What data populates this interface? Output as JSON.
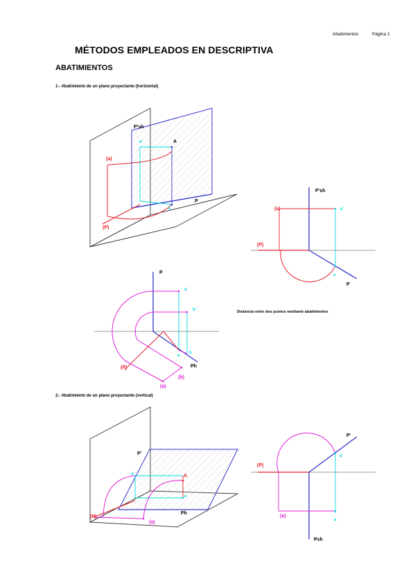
{
  "header": {
    "section": "Abatimientos",
    "page": "Página 1"
  },
  "title": "MÉTODOS EMPLEADOS EN DESCRIPTIVA",
  "subtitle": "ABATIMIENTOS",
  "captions": {
    "c1": "1.- Abatimiento de un plano proyectante (horizontal)",
    "c2": "Distancia entre dos puntos mediante abatimientos",
    "c3": "2.- Abatimiento de un plano proyectante (vertical)"
  },
  "labels": {
    "P_sh": "P'sh",
    "A": "A",
    "a_prime": "a'",
    "a": "a",
    "a_ab": "(a)",
    "P": "P",
    "P_ab": "(P)",
    "b_prime": "b'",
    "b": "b",
    "b_ab": "(b)",
    "Ph": "Ph",
    "Pv": "P'",
    "Psh": "Psh"
  },
  "colors": {
    "red": "#e5202b",
    "blue": "#3333cc",
    "cyan": "#00d8e0",
    "magenta": "#e020d8",
    "gray": "#777777"
  }
}
